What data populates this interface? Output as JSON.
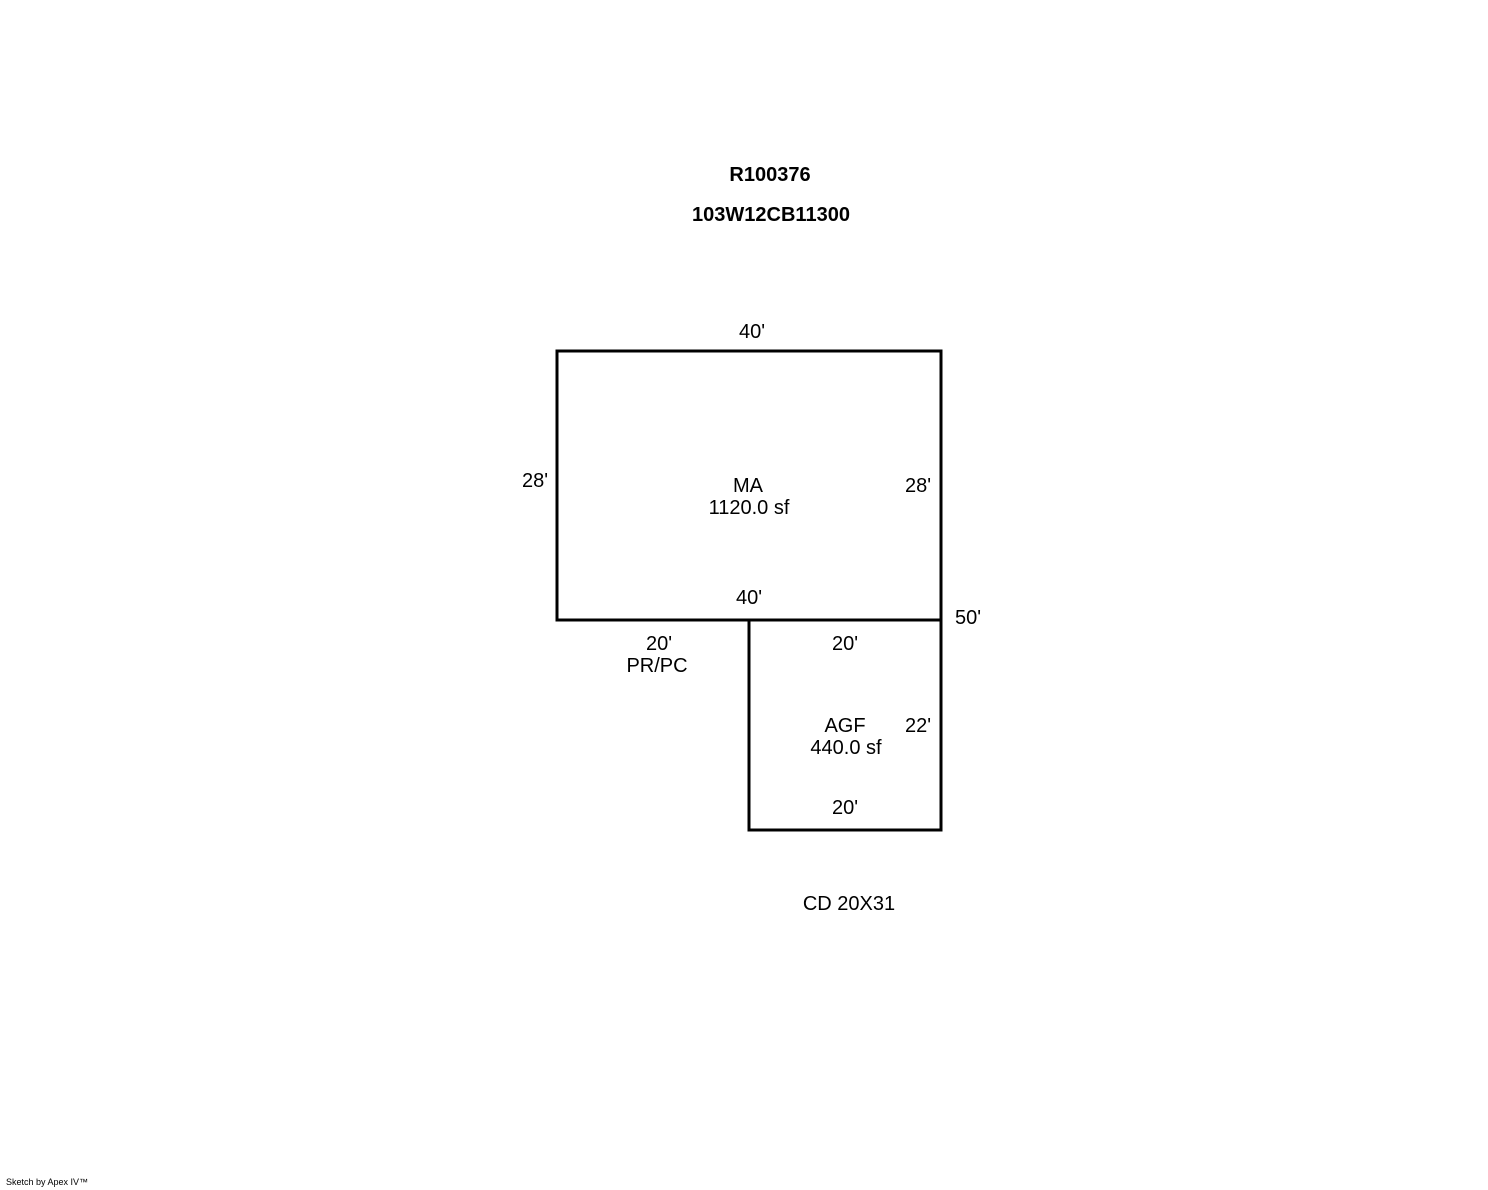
{
  "header": {
    "account": "R100376",
    "parcel": "103W12CB11300"
  },
  "areas": {
    "main": {
      "code": "MA",
      "area": "1120.0 sf"
    },
    "garage": {
      "code": "AGF",
      "area": "440.0 sf"
    },
    "porch": {
      "code": "PR/PC"
    }
  },
  "dimensions": {
    "ma_top": "40'",
    "ma_left": "28'",
    "ma_right": "28'",
    "ma_bottom": "40'",
    "right_total": "50'",
    "porch_width": "20'",
    "agf_top": "20'",
    "agf_right": "22'",
    "agf_bottom": "20'"
  },
  "note": "CD 20X31",
  "footer": "Sketch by Apex IV™",
  "colors": {
    "line": "#000000",
    "background": "#ffffff"
  }
}
